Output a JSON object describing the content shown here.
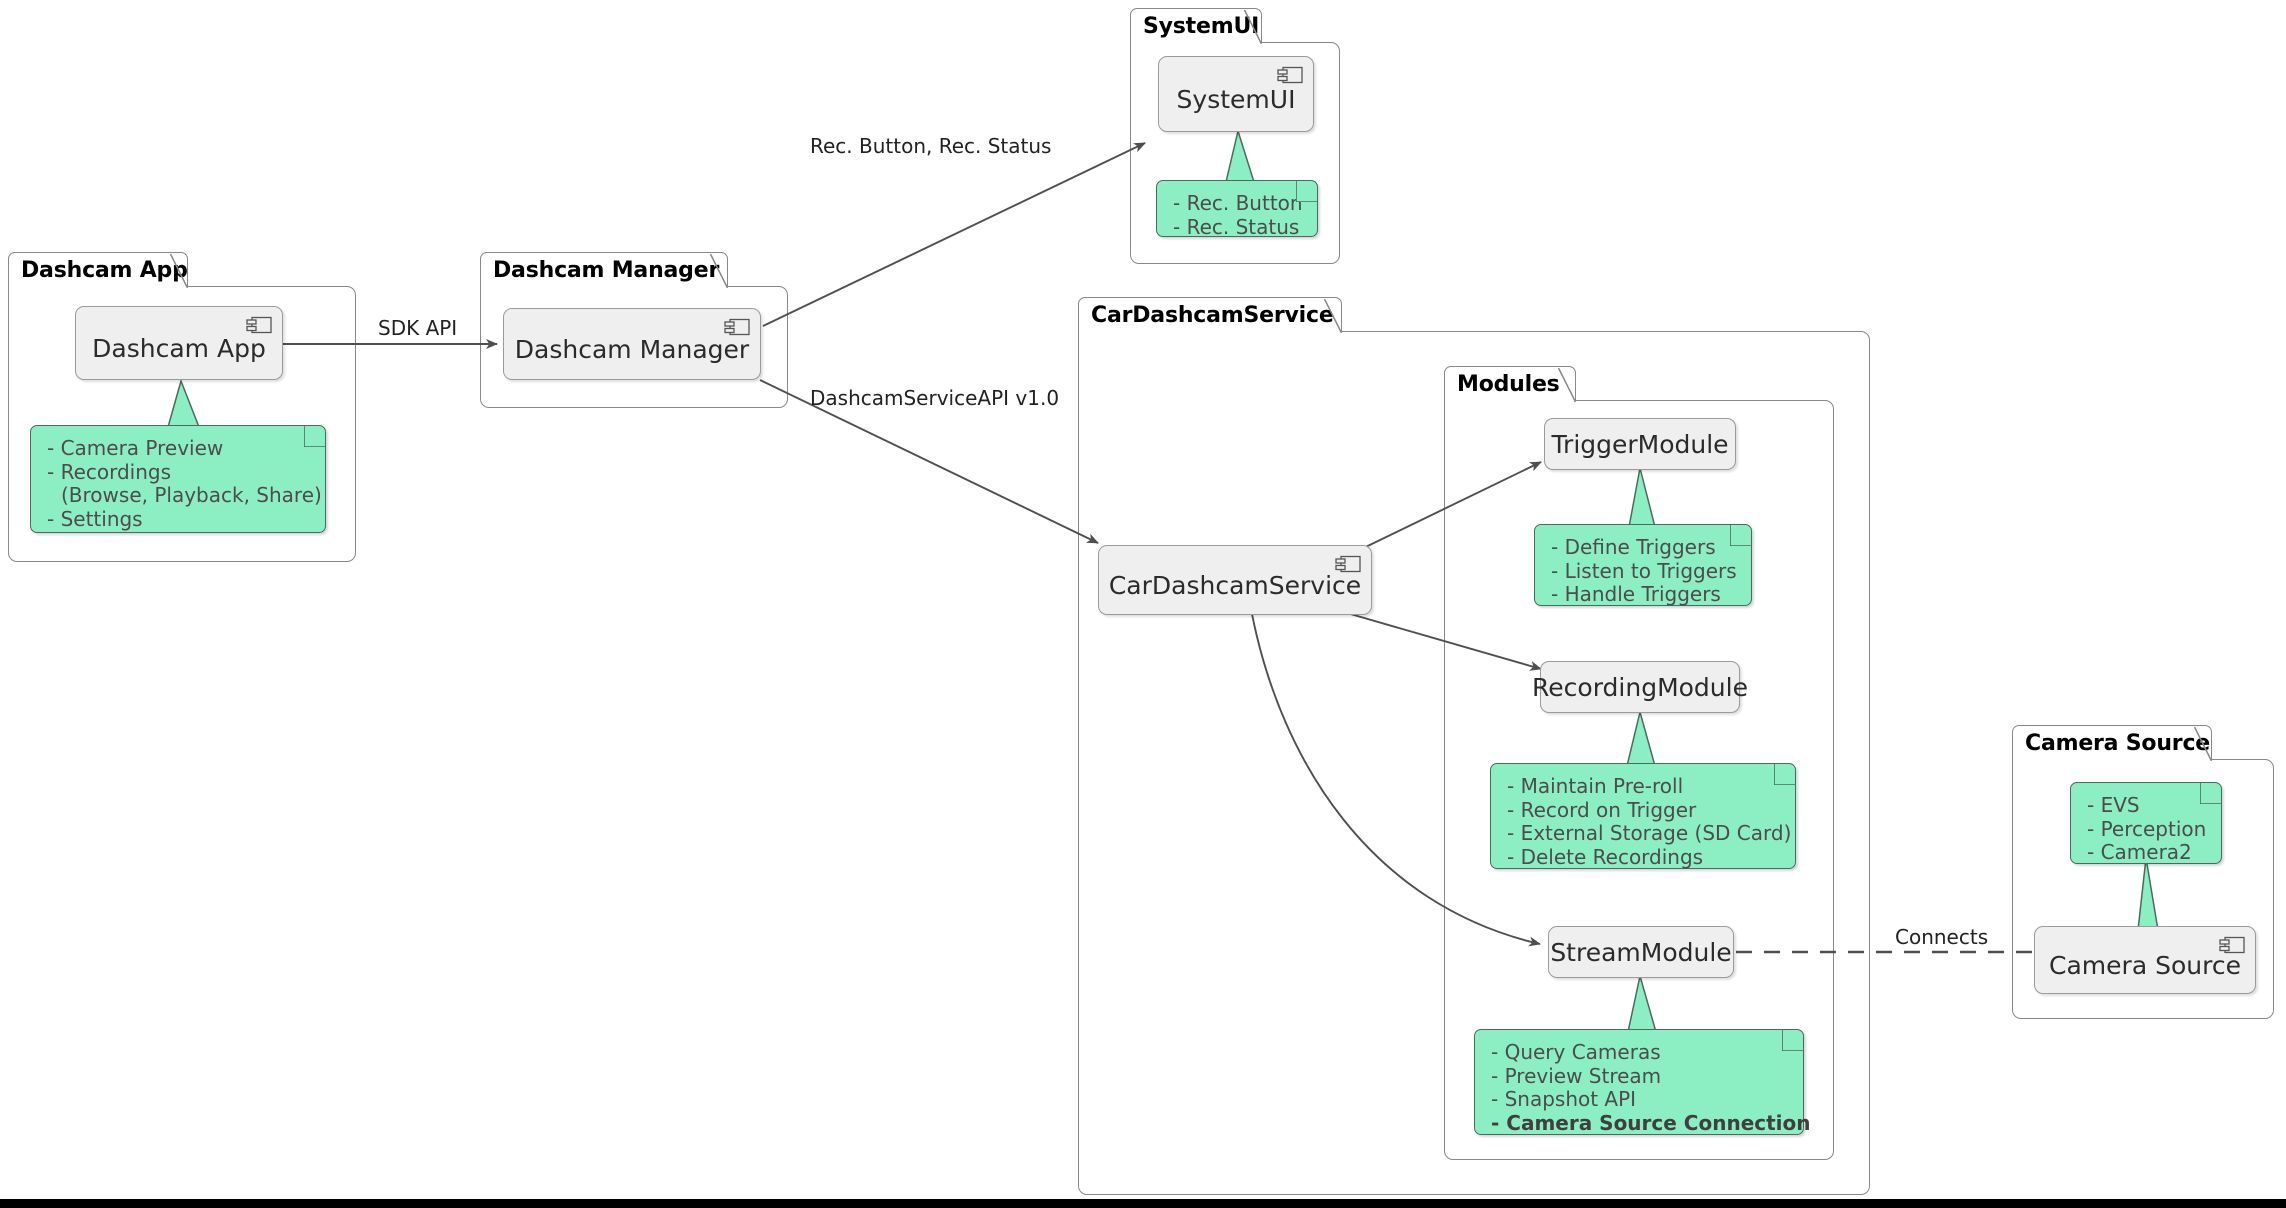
{
  "diagram": {
    "title": "CarDashcamService Component Diagram",
    "colors": {
      "note_fill": "#8CEFC4",
      "note_border": "#4A6B5C",
      "component_fill": "#EFEFEF",
      "component_border": "#9A9A9A",
      "package_border": "#888888",
      "link": "#5A5A5A",
      "text": "#2B2B2B"
    }
  },
  "packages": {
    "dashcam_app": {
      "label": "Dashcam App"
    },
    "dashcam_manager": {
      "label": "Dashcam Manager"
    },
    "system_ui": {
      "label": "SystemUI"
    },
    "car_dashcam_service": {
      "label": "CarDashcamService"
    },
    "modules": {
      "label": "Modules"
    },
    "camera_source": {
      "label": "Camera Source"
    }
  },
  "components": {
    "dashcam_app": {
      "label": "Dashcam App",
      "icon": "uml-component-icon"
    },
    "dashcam_manager": {
      "label": "Dashcam Manager",
      "icon": "uml-component-icon"
    },
    "system_ui": {
      "label": "SystemUI",
      "icon": "uml-component-icon"
    },
    "car_dashcam_service": {
      "label": "CarDashcamService",
      "icon": "uml-component-icon"
    },
    "trigger_module": {
      "label": "TriggerModule",
      "icon": "none"
    },
    "recording_module": {
      "label": "RecordingModule",
      "icon": "none"
    },
    "stream_module": {
      "label": "StreamModule",
      "icon": "none"
    },
    "camera_source": {
      "label": "Camera Source",
      "icon": "uml-component-icon"
    }
  },
  "notes": {
    "dashcam_app": {
      "lines": [
        {
          "text": "- Camera Preview",
          "bold": false,
          "indent": false
        },
        {
          "text": "- Recordings",
          "bold": false,
          "indent": false
        },
        {
          "text": "(Browse, Playback, Share)",
          "bold": false,
          "indent": true
        },
        {
          "text": "- Settings",
          "bold": false,
          "indent": false
        }
      ]
    },
    "system_ui": {
      "lines": [
        {
          "text": "- Rec. Button",
          "bold": false,
          "indent": false
        },
        {
          "text": "- Rec. Status",
          "bold": false,
          "indent": false
        }
      ]
    },
    "trigger_module": {
      "lines": [
        {
          "text": "- Define Triggers",
          "bold": false,
          "indent": false
        },
        {
          "text": "- Listen to Triggers",
          "bold": false,
          "indent": false
        },
        {
          "text": "- Handle Triggers",
          "bold": false,
          "indent": false
        }
      ]
    },
    "recording_module": {
      "lines": [
        {
          "text": "- Maintain Pre-roll",
          "bold": false,
          "indent": false
        },
        {
          "text": "- Record on Trigger",
          "bold": false,
          "indent": false
        },
        {
          "text": "- External Storage (SD Card)",
          "bold": false,
          "indent": false
        },
        {
          "text": "- Delete Recordings",
          "bold": false,
          "indent": false
        }
      ]
    },
    "stream_module": {
      "lines": [
        {
          "text": "- Query Cameras",
          "bold": false,
          "indent": false
        },
        {
          "text": "- Preview Stream",
          "bold": false,
          "indent": false
        },
        {
          "text": "- Snapshot API",
          "bold": false,
          "indent": false
        },
        {
          "text": "- Camera Source Connection",
          "bold": true,
          "indent": false
        }
      ]
    },
    "camera_source": {
      "lines": [
        {
          "text": "- EVS",
          "bold": false,
          "indent": false
        },
        {
          "text": "- Perception",
          "bold": false,
          "indent": false
        },
        {
          "text": "- Camera2",
          "bold": false,
          "indent": false
        }
      ]
    }
  },
  "edges": [
    {
      "id": "sdk-api",
      "label": "SDK API",
      "from": "dashcam_app",
      "to": "dashcam_manager",
      "style": "solid-arrow"
    },
    {
      "id": "rec-button-status",
      "label": "Rec. Button, Rec. Status",
      "from": "dashcam_manager",
      "to": "system_ui",
      "style": "solid-arrow"
    },
    {
      "id": "dashcam-service-api",
      "label": "DashcamServiceAPI v1.0",
      "from": "dashcam_manager",
      "to": "car_dashcam_service",
      "style": "solid-arrow"
    },
    {
      "id": "service-to-trigger",
      "label": "",
      "from": "car_dashcam_service",
      "to": "trigger_module",
      "style": "solid-arrow"
    },
    {
      "id": "service-to-recording",
      "label": "",
      "from": "car_dashcam_service",
      "to": "recording_module",
      "style": "solid-arrow"
    },
    {
      "id": "service-to-stream",
      "label": "",
      "from": "car_dashcam_service",
      "to": "stream_module",
      "style": "solid-arrow-curved"
    },
    {
      "id": "stream-to-camera",
      "label": "Connects",
      "from": "stream_module",
      "to": "camera_source",
      "style": "dashed"
    }
  ]
}
